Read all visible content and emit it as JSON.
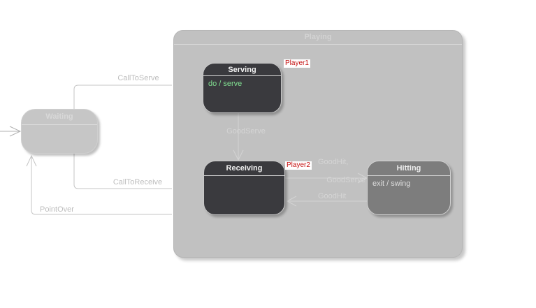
{
  "container": {
    "title": "Playing"
  },
  "states": {
    "waiting": {
      "title": "Waiting"
    },
    "serving": {
      "title": "Serving",
      "body": "do / serve"
    },
    "receiving": {
      "title": "Receiving"
    },
    "hitting": {
      "title": "Hitting",
      "body": "exit / swing"
    }
  },
  "transitions": {
    "call_to_serve": {
      "label": "CallToServe"
    },
    "call_to_receive": {
      "label": "CallToReceive"
    },
    "point_over": {
      "label": "PointOver"
    },
    "good_serve": {
      "label": "GoodServe"
    },
    "good_hit_good_serve": {
      "label_line1": "GoodHit,",
      "label_line2": "GoodServe"
    },
    "good_hit": {
      "label": "GoodHit"
    }
  },
  "notes": {
    "player1": {
      "text": "Player1"
    },
    "player2": {
      "text": "Player2"
    }
  },
  "colors": {
    "container_fill": "#c1c1c1",
    "state_dark_fill": "#3a3a3e",
    "state_mid_fill": "#7d7d7d",
    "state_light_fill": "#c6c6c6",
    "action_text_green": "#80dd90",
    "note_text_red": "#c40f0f",
    "wire_outside": "#c4c4c4",
    "wire_inside": "#d4d4d4"
  }
}
